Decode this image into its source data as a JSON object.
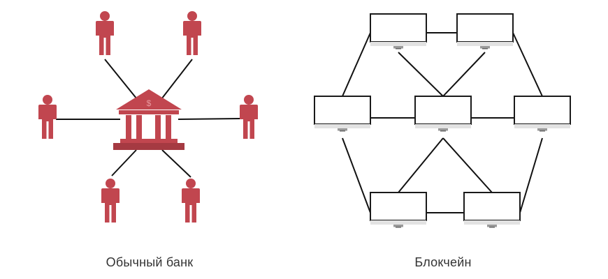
{
  "captions": {
    "bank": "Обычный банк",
    "blockchain": "Блокчейн"
  },
  "bank_diagram": {
    "center": {
      "kind": "bank",
      "icon": "bank-icon",
      "symbol": "$"
    },
    "clients": [
      {
        "name": "client-top-left",
        "icon": "person-icon"
      },
      {
        "name": "client-top-right",
        "icon": "person-icon"
      },
      {
        "name": "client-left",
        "icon": "person-icon"
      },
      {
        "name": "client-right",
        "icon": "person-icon"
      },
      {
        "name": "client-bottom-left",
        "icon": "person-icon"
      },
      {
        "name": "client-bottom-right",
        "icon": "person-icon"
      }
    ]
  },
  "blockchain_diagram": {
    "nodes": [
      {
        "name": "node-top-left",
        "icon": "monitor-icon"
      },
      {
        "name": "node-top-right",
        "icon": "monitor-icon"
      },
      {
        "name": "node-middle-left",
        "icon": "monitor-icon"
      },
      {
        "name": "node-center",
        "icon": "monitor-icon"
      },
      {
        "name": "node-middle-right",
        "icon": "monitor-icon"
      },
      {
        "name": "node-bottom-left",
        "icon": "monitor-icon"
      },
      {
        "name": "node-bottom-right",
        "icon": "monitor-icon"
      }
    ],
    "links": [
      [
        "node-top-left",
        "node-top-right"
      ],
      [
        "node-top-left",
        "node-center"
      ],
      [
        "node-top-right",
        "node-center"
      ],
      [
        "node-top-left",
        "node-middle-left"
      ],
      [
        "node-top-right",
        "node-middle-right"
      ],
      [
        "node-middle-left",
        "node-center"
      ],
      [
        "node-center",
        "node-middle-right"
      ],
      [
        "node-middle-left",
        "node-bottom-left"
      ],
      [
        "node-middle-right",
        "node-bottom-right"
      ],
      [
        "node-center",
        "node-bottom-left"
      ],
      [
        "node-center",
        "node-bottom-right"
      ],
      [
        "node-bottom-left",
        "node-bottom-right"
      ]
    ]
  },
  "colors": {
    "accent": "#c1464f",
    "accent_dark": "#a53a42",
    "line": "#111111",
    "monitor_frame": "#1a1a1a",
    "monitor_base": "#e2e2e2"
  }
}
